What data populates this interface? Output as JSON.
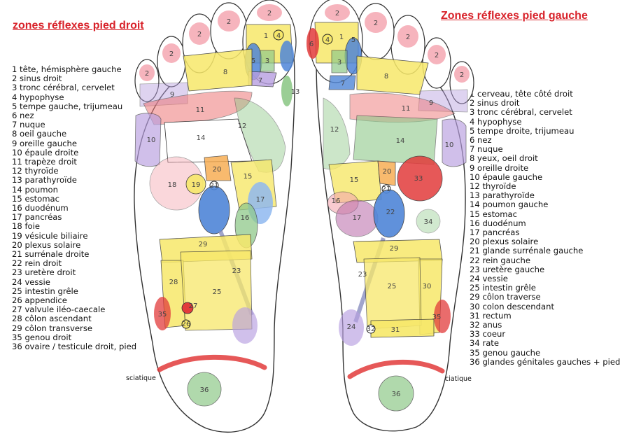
{
  "titles": {
    "right_foot": "zones réflexes pied droit",
    "left_foot": "Zones réflexes pied gauche"
  },
  "sciatic_label": "sciatique",
  "legend_right": [
    "1 tête, hémisphère gauche",
    "2 sinus droit",
    "3 tronc cérébral, cervelet",
    "4 hypophyse",
    "5 tempe gauche, trijumeau",
    "6 nez",
    "7 nuque",
    "8 oeil gauche",
    "9 oreille gauche",
    "10 épaule droite",
    "11 trapèze droit",
    "12 thyroïde",
    "13 parathyroïde",
    "14 poumon",
    "15 estomac",
    "16 duodénum",
    "17 pancréas",
    "18 foie",
    "19 vésicule biliaire",
    "20 plexus solaire",
    "21 surrénale droite",
    "22 rein droit",
    "23 uretère droit",
    "24 vessie",
    "25 intestin grêle",
    "26 appendice",
    "27 valvule iléo-caecale",
    "28 côlon ascendant",
    "29 côlon transverse",
    "35 genou droit",
    "36 ovaire / testicule droit, pied"
  ],
  "legend_left": [
    "1 cerveau, tête côté droit",
    "2 sinus droit",
    "3 tronc cérébral, cervelet",
    "4 hypophyse",
    "5 tempe droite, trijumeau",
    "6 nez",
    "7 nuque",
    "8 yeux, oeil droit",
    "9 oreille droite",
    "10 épaule gauche",
    "12 thyroïde",
    "13 parathyroïde",
    "14 poumon gauche",
    "15 estomac",
    "16 duodénum",
    "17 pancréas",
    "20 plexus solaire",
    "21 glande surrénale gauche",
    "22 rein gauche",
    "23 uretère gauche",
    "24 vessie",
    "25 intestin grêle",
    "29 côlon traverse",
    "30 colon descendant",
    "31 rectum",
    "32 anus",
    "33 coeur",
    "34 rate",
    "35 genou gauche",
    "36 glandes génitales gauches + pied"
  ],
  "zone_labels": {
    "z1": "1",
    "z2": "2",
    "z3": "3",
    "z4": "4",
    "z5": "5",
    "z6": "6",
    "z7": "7",
    "z8": "8",
    "z9": "9",
    "z10": "10",
    "z11": "11",
    "z12": "12",
    "z13": "13",
    "z14": "14",
    "z15": "15",
    "z16": "16",
    "z17": "17",
    "z18": "18",
    "z19": "19",
    "z20": "20",
    "z21": "21",
    "z22": "22",
    "z23": "23",
    "z24": "24",
    "z25": "25",
    "z26": "26",
    "z27": "27",
    "z28": "28",
    "z29": "29",
    "z30": "30",
    "z31": "31",
    "z32": "32",
    "z33": "33",
    "z34": "34",
    "z35": "35",
    "z36": "36"
  },
  "colors": {
    "title_red": "#d8222a",
    "pink": "#f4a7b1",
    "yellow": "#f7e86a",
    "blue": "#4f86d8",
    "green": "#8fc98a",
    "purple": "#b79ee0",
    "red": "#e23b3b",
    "outline": "#333333"
  }
}
